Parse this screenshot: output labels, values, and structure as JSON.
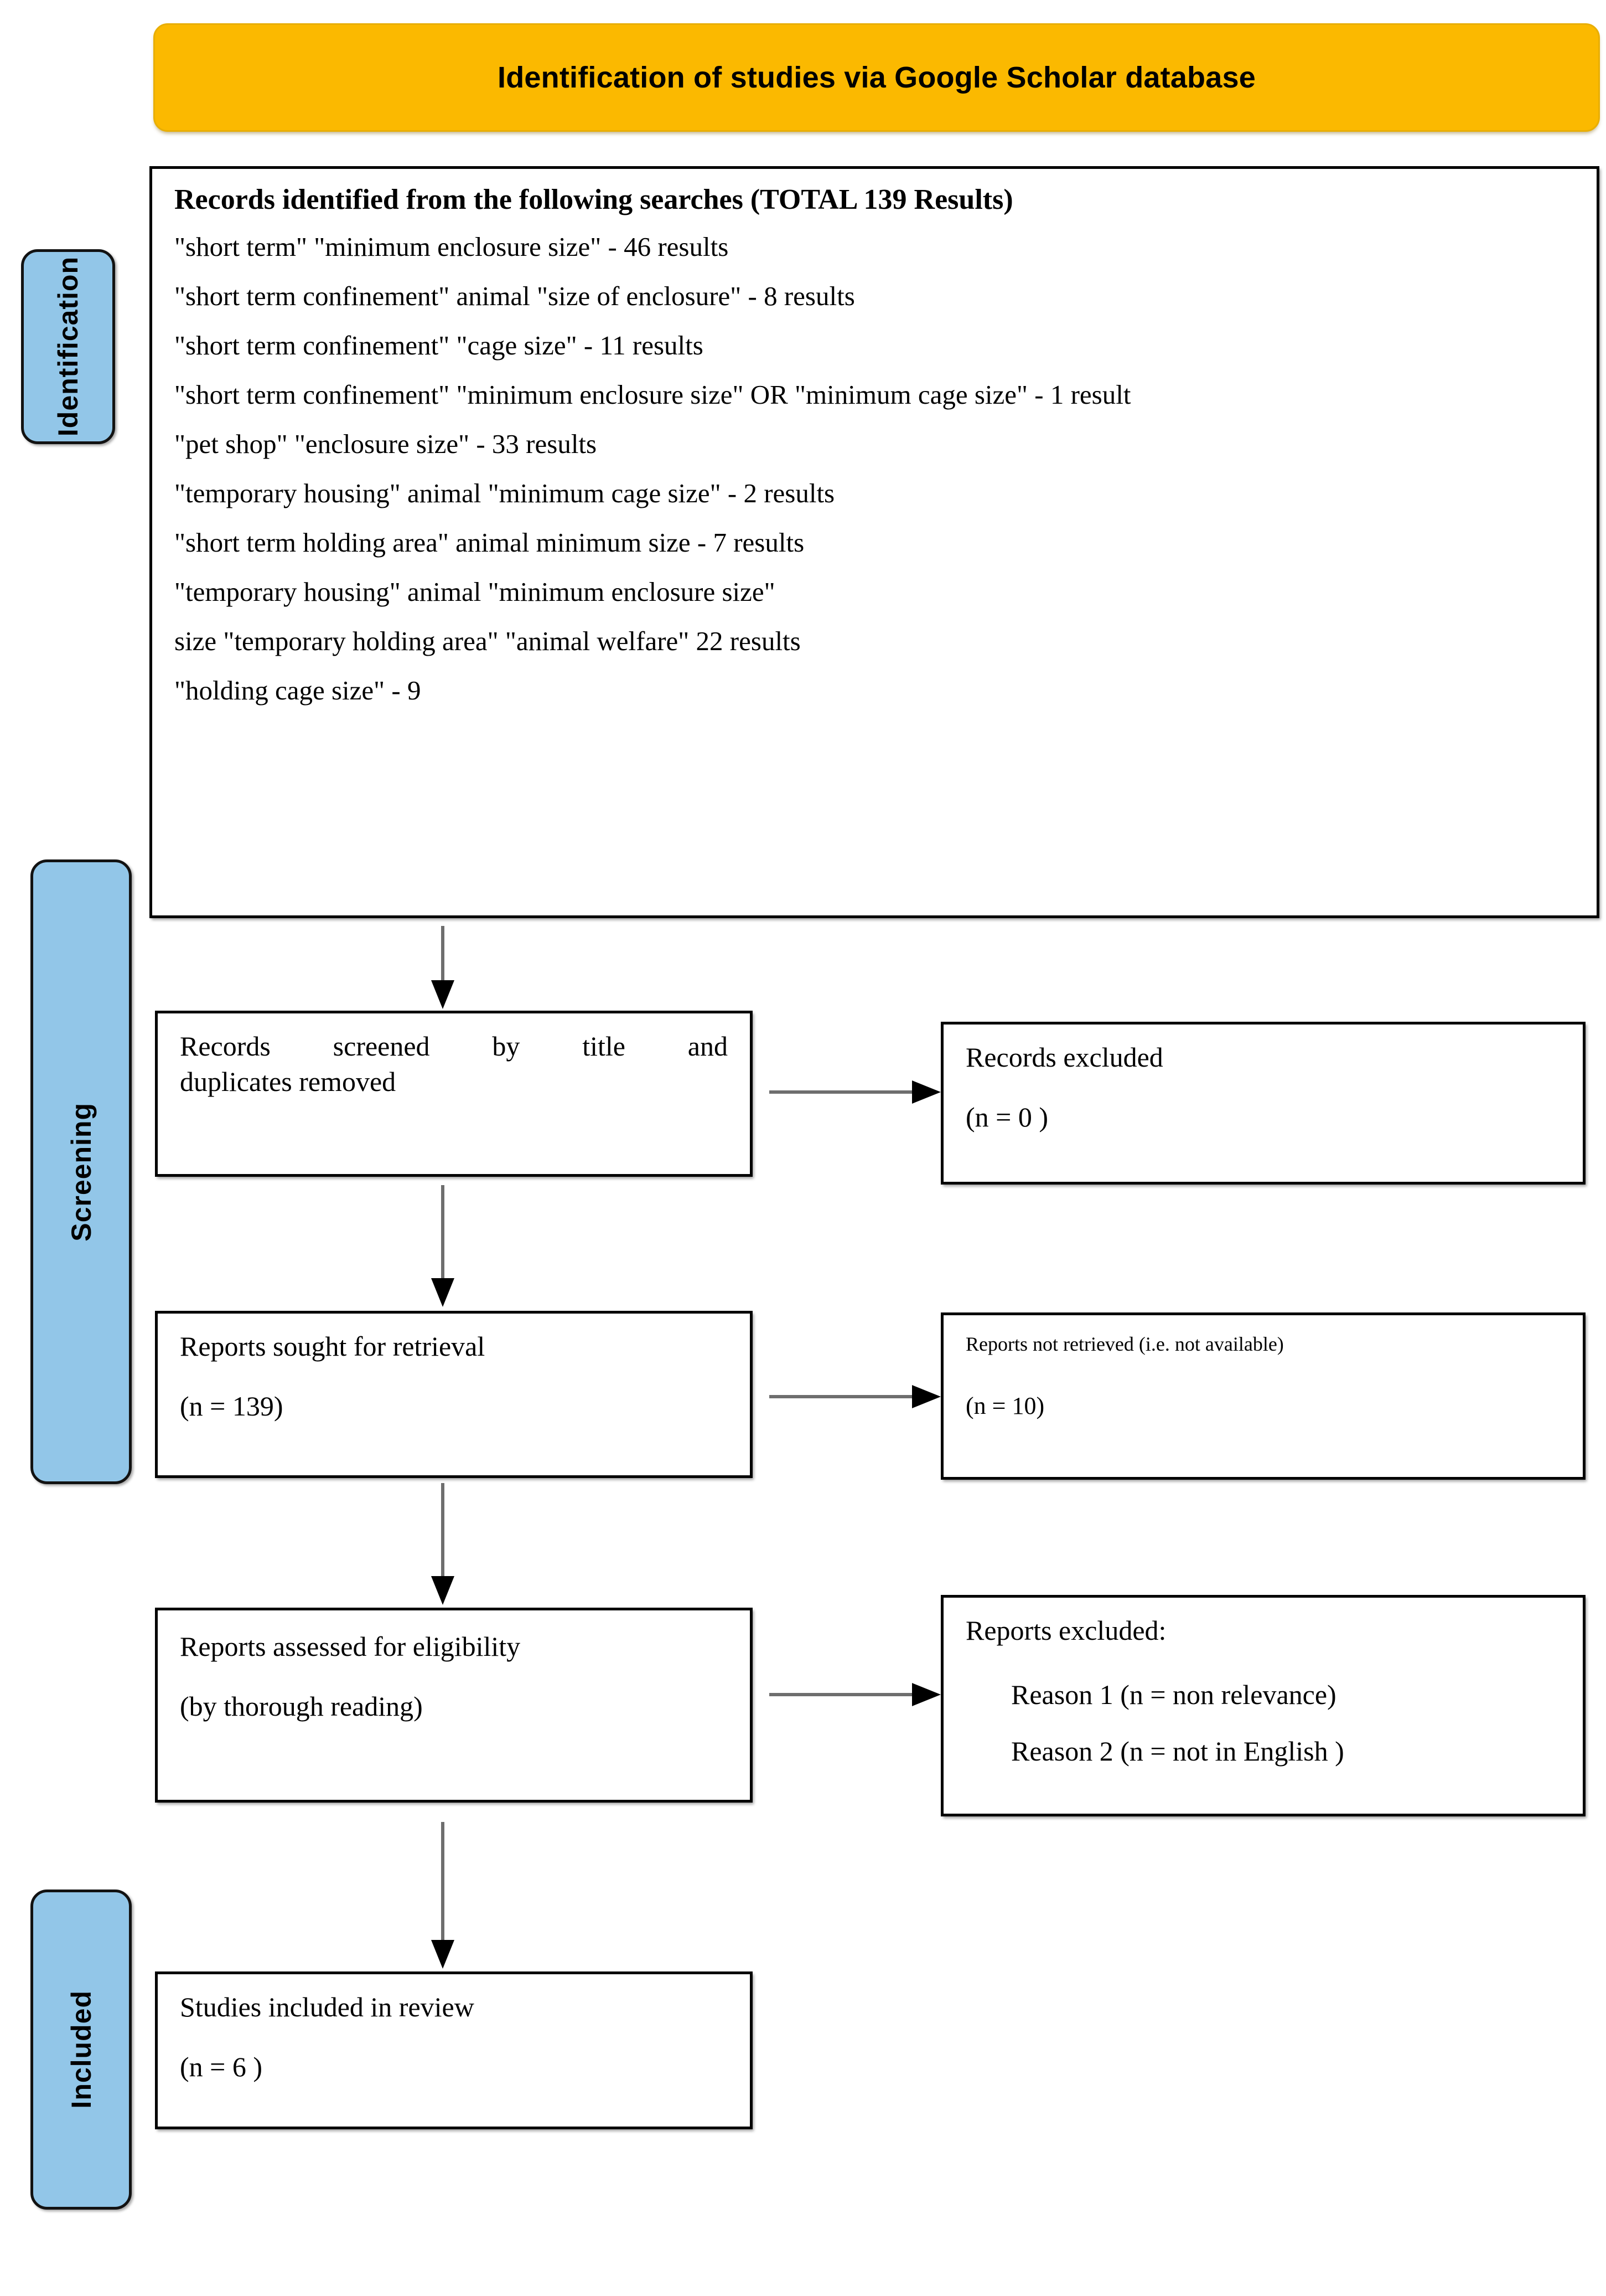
{
  "header": {
    "title": "Identification of studies via Google Scholar database",
    "background_color": "#FBB900"
  },
  "stages": {
    "identification": "Identification",
    "screening": "Screening",
    "included": "Included",
    "tab_color": "#92C6E8"
  },
  "records_box": {
    "heading": "Records identified from the following searches (TOTAL 139 Results)",
    "searches": [
      "\"short term\" \"minimum enclosure size\" - 46 results",
      "\"short term confinement\" animal \"size of enclosure\" - 8 results",
      "\"short term confinement\" \"cage size\" - 11 results",
      "\"short term confinement\" \"minimum enclosure size\" OR \"minimum cage size\" - 1 result",
      "\"pet shop\" \"enclosure size\" - 33 results",
      "\"temporary housing\" animal \"minimum cage size\" - 2 results",
      "\"short term holding area\" animal minimum size - 7 results",
      "\"temporary housing\" animal \"minimum enclosure size\"",
      "size \"temporary holding area\" \"animal welfare\" 22 results",
      "\"holding cage size\" - 9"
    ]
  },
  "screened_box": {
    "line_a": "Records screened by title and",
    "line_b": "duplicates removed"
  },
  "excluded_records_box": {
    "line_a": "Records excluded",
    "line_b": "(n = 0 )"
  },
  "sought_box": {
    "line_a": "Reports sought for retrieval",
    "line_b": "(n = 139)"
  },
  "not_retrieved_box": {
    "line_a": "Reports not retrieved (i.e. not available)",
    "line_b": "(n = 10)"
  },
  "assessed_box": {
    "line_a": "Reports assessed for eligibility",
    "line_b": "(by thorough reading)"
  },
  "excluded_reports_box": {
    "heading": "Reports excluded:",
    "reason_1": "Reason 1 (n = non relevance)",
    "reason_2": "Reason 2 (n = not in English )"
  },
  "included_box": {
    "line_a": "Studies included in review",
    "line_b": "(n = 6 )"
  }
}
